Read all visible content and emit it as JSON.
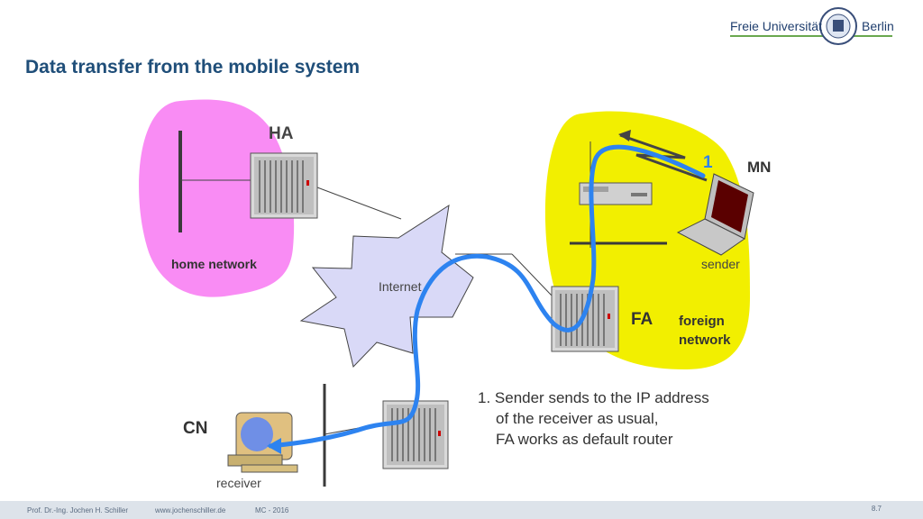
{
  "header": {
    "title": "Data transfer from the mobile system",
    "logo": {
      "left": "Freie Universität",
      "right": "Berlin"
    }
  },
  "diagram": {
    "home_agent": "HA",
    "home_network": "home network",
    "internet": "Internet",
    "mobile_node": "MN",
    "sender": "sender",
    "step_number": "1",
    "foreign_agent": "FA",
    "foreign_network_line1": "foreign",
    "foreign_network_line2": "network",
    "correspondent_node": "CN",
    "receiver": "receiver",
    "colors": {
      "home_network": "#f98cf4",
      "foreign_network": "#f2ef00",
      "internet": "#d9d9f7",
      "path": "#2d83f0",
      "title": "#1f4e79"
    }
  },
  "caption": {
    "line1": "1. Sender sends to the IP address",
    "line2": "of the receiver as usual,",
    "line3": "FA works as default router"
  },
  "footer": {
    "author": "Prof. Dr.-Ing. Jochen H. Schiller",
    "website": "www.jochenschiller.de",
    "course": "MC - 2016",
    "page": "8.7"
  }
}
